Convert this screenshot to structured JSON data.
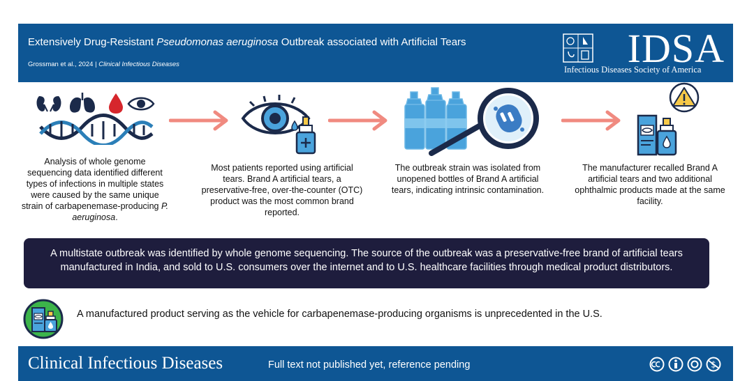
{
  "header": {
    "title_pre": "Extensively Drug-Resistant ",
    "title_italic": "Pseudomonas aeruginosa",
    "title_post": " Outbreak associated with Artificial Tears",
    "citation": "Grossman et al., 2024",
    "separator": "|",
    "journal_italic": "Clinical Infectious Diseases"
  },
  "logo": {
    "name": "IDSA",
    "subtitle": "Infectious Diseases Society of America"
  },
  "steps": [
    {
      "text_main": "Analysis of whole genome sequencing data identified different types of infections in multiple states were caused by the same unique strain of carbapenemase-producing ",
      "text_italic": "P. aeruginosa",
      "text_end": "."
    },
    {
      "text": "Most patients reported using artificial tears. Brand A artificial tears, a preservative-free, over-the-counter (OTC) product was the most common brand reported."
    },
    {
      "text": "The outbreak strain was isolated from unopened bottles of Brand A artificial tears, indicating intrinsic contamination."
    },
    {
      "text": "The manufacturer recalled Brand A artificial tears and two additional ophthalmic products made at the same facility."
    }
  ],
  "banner": {
    "text": "A multistate outbreak was identified by whole genome sequencing. The source of the outbreak was a preservative-free brand of artificial tears manufactured in India, and sold to U.S. consumers over the internet and to U.S. healthcare facilities through medical product distributors."
  },
  "note": {
    "text": "A manufactured product serving as the vehicle for carbapenemase-producing organisms is unprecedented in the U.S."
  },
  "footer": {
    "journal": "Clinical Infectious Diseases",
    "status": "Full text not published yet, reference pending"
  },
  "colors": {
    "header_blue": "#0e5694",
    "banner_navy": "#1e1d3d",
    "arrow_salmon": "#f08a80",
    "icon_navy": "#1b2a4a",
    "bottle_blue": "#4aa3dc",
    "drop_red": "#d6262c",
    "warning_yellow": "#f7c948",
    "badge_green": "#3cb44a"
  },
  "icons": [
    "kidneys-icon",
    "lungs-icon",
    "blood-drop-icon",
    "eye-icon",
    "dna-icon",
    "eye-drop-icon",
    "bottles-magnifier-icon",
    "bacteria-icon",
    "warning-icon",
    "recalled-products-icon",
    "product-badge-icon",
    "cc-icons"
  ]
}
